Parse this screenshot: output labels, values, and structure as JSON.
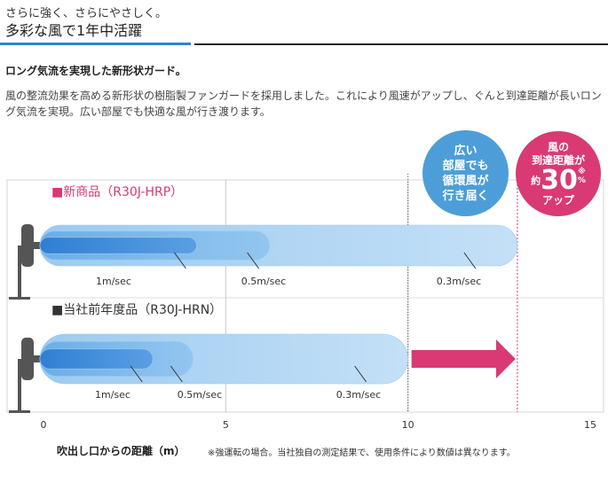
{
  "header": {
    "kicker": "さらに強く、さらにやさしく。",
    "title": "多彩な風で1年中活躍"
  },
  "section": {
    "subhead": "ロング気流を実現した新形状ガード。",
    "body": "風の整流効果を高める新形状の樹脂製ファンガードを採用しました。これにより風速がアップし、ぐんと到達距離が長いロング気流を実現。広い部屋でも快適な風が行き渡ります。"
  },
  "badges": {
    "blue": {
      "lines": [
        "広い",
        "部屋でも",
        "循環風が",
        "行き届く"
      ]
    },
    "pink": {
      "line1": "風の",
      "line2": "到達距離が",
      "prefix": "約",
      "percent": "30",
      "percent_sign": "%",
      "note_mark": "※",
      "suffix": "アップ"
    }
  },
  "chart_data": {
    "type": "area",
    "xlabel": "吹出し口からの距離（m）",
    "x_ticks": [
      "0",
      "5",
      "10",
      "15"
    ],
    "xlim": [
      0,
      15
    ],
    "note": "※強運転の場合。当社独自の測定結果で、使用条件により数値は異なります。",
    "series": [
      {
        "name": "■新商品（R30J-HRP）",
        "color": "#d63a73",
        "zones": [
          {
            "label": "1m/sec",
            "reach_m": 4.2
          },
          {
            "label": "0.5m/sec",
            "reach_m": 6.2
          },
          {
            "label": "0.3m/sec",
            "reach_m": 13.0
          }
        ]
      },
      {
        "name": "■当社前年度品（R30J-HRN）",
        "color": "#333333",
        "zones": [
          {
            "label": "1m/sec",
            "reach_m": 3.0
          },
          {
            "label": "0.5m/sec",
            "reach_m": 4.1
          },
          {
            "label": "0.3m/sec",
            "reach_m": 10.0
          }
        ],
        "arrow_to_m": 13.0
      }
    ]
  },
  "colors": {
    "accent_blue": "#2a86d0",
    "pink": "#d93a74",
    "badge_blue": "#4d9ed8"
  }
}
